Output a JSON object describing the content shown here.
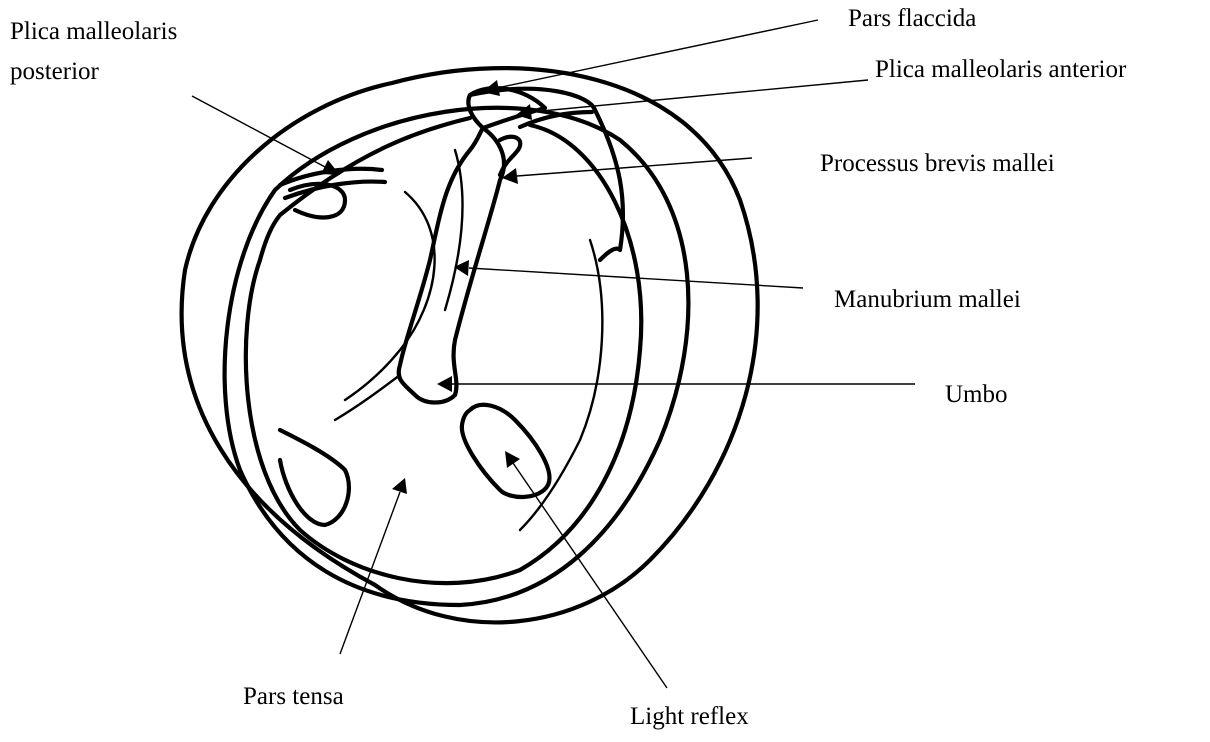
{
  "labels": {
    "plica_posterior_line1": "Plica malleolaris",
    "plica_posterior_line2": "posterior",
    "pars_flaccida": "Pars flaccida",
    "plica_anterior": "Plica malleolaris anterior",
    "processus_brevis": "Processus brevis mallei",
    "manubrium": "Manubrium mallei",
    "umbo": "Umbo",
    "pars_tensa": "Pars tensa",
    "light_reflex": "Light reflex"
  }
}
